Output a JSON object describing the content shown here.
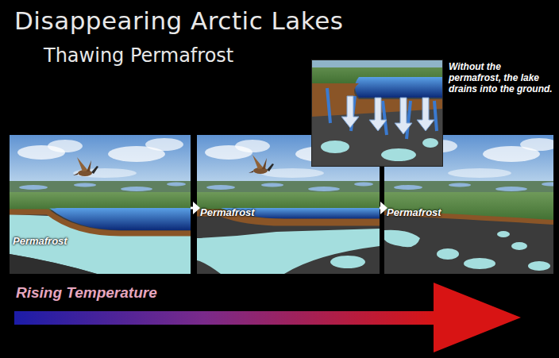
{
  "diagram": {
    "title": "Disappearing Arctic Lakes",
    "nodes": [
      {
        "text": [
          "Permafrost"
        ]
      },
      {
        "text": [
          "Permafrost"
        ]
      },
      {
        "text": [
          "Permafrost"
        ]
      }
    ],
    "edges": [
      {
        "from": 0,
        "to": 1,
        "arrow": "to"
      },
      {
        "from": 1,
        "to": 2,
        "arrow": "to"
      }
    ],
    "labels": [
      "Thawing Permafrost",
      "Without the permafrost, the lake drains into the ground.",
      "Rising Temperature"
    ]
  }
}
